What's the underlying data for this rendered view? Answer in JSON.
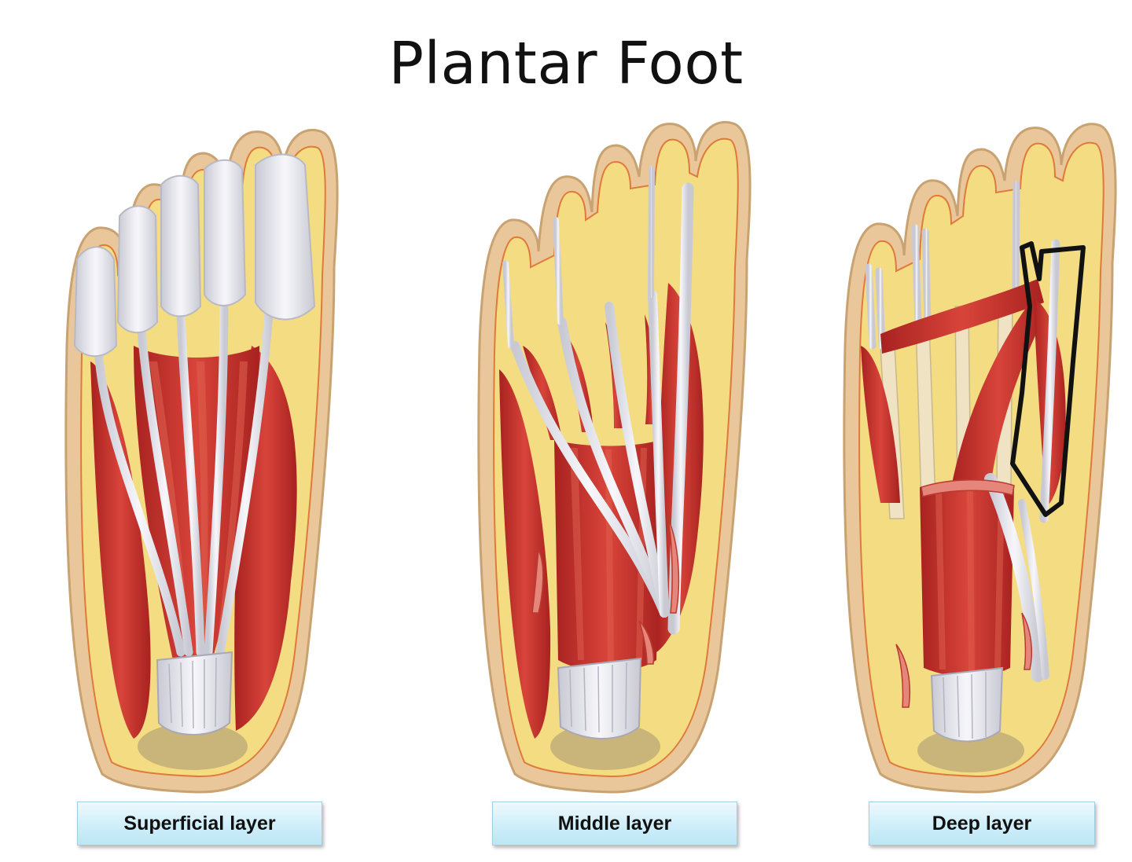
{
  "title": "Plantar Foot",
  "layers": [
    {
      "label": "Superficial layer",
      "highlighted": false
    },
    {
      "label": "Middle layer",
      "highlighted": false
    },
    {
      "label": "Deep layer",
      "highlighted": true
    }
  ],
  "colors": {
    "skin": "#e9c79a",
    "fat": "#f3dc82",
    "muscle": "#c8302a",
    "muscle_light": "#e0614f",
    "tendon": "#ececf2",
    "heel": "#c9b47a",
    "highlight_outline": "#111111",
    "label_fill": "#cfeef9"
  }
}
